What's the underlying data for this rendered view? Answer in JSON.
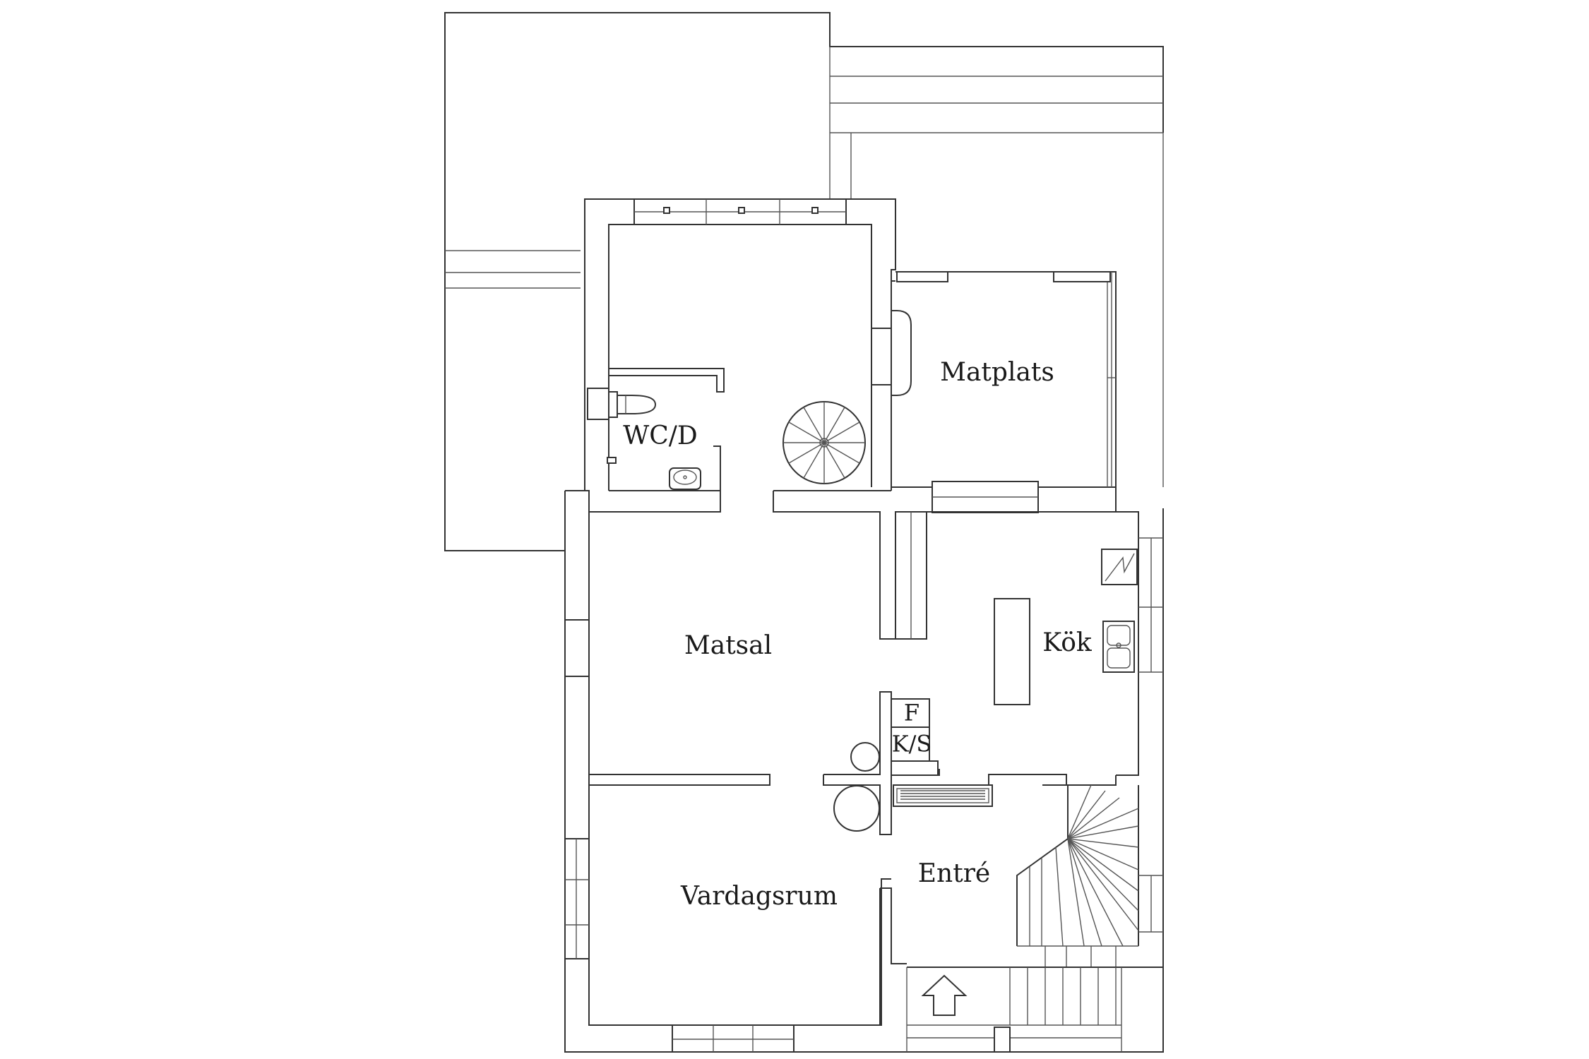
{
  "rooms": {
    "matplats": "Matplats",
    "wc": "WC/D",
    "matsal": "Matsal",
    "kok": "Kök",
    "fridge": "F",
    "freezer": "K/S",
    "entre": "Entré",
    "vardagsrum": "Vardagsrum"
  },
  "icons": {
    "entrance": "entrance-arrow-icon",
    "spiral_stair": "spiral-stair-icon",
    "toilet": "toilet-icon",
    "sink": "washbasin-icon",
    "stove": "stove-icon",
    "kitchen_sink": "kitchen-sink-icon"
  },
  "colors": {
    "line": "#333333",
    "background": "#ffffff"
  }
}
